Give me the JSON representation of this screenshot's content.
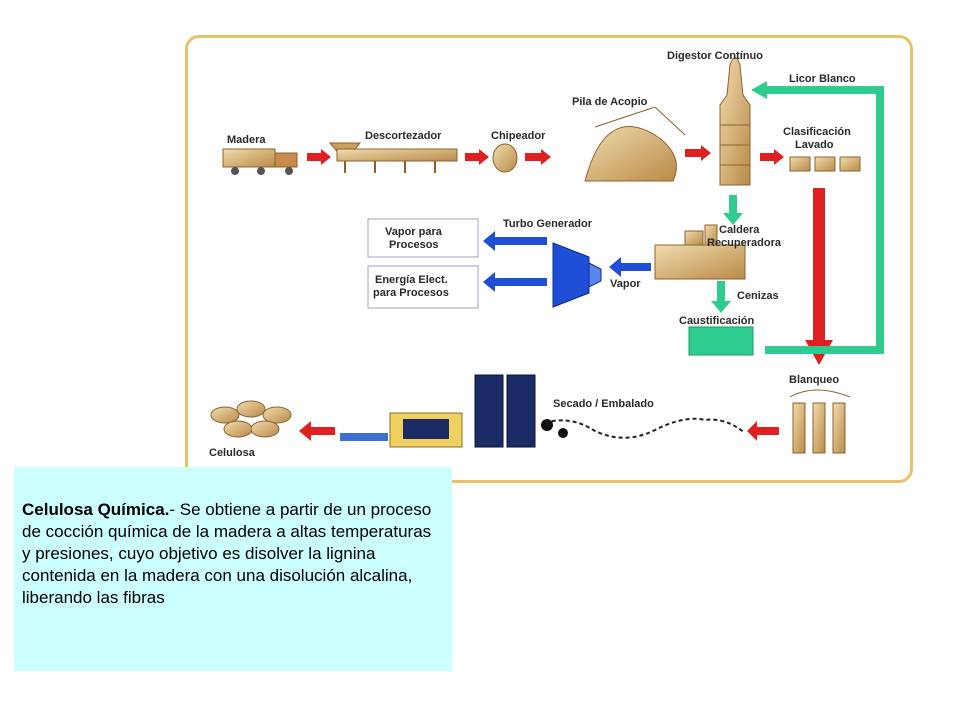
{
  "diagram": {
    "labels": {
      "madera": "Madera",
      "descortezador": "Descortezador",
      "chipeador": "Chipeador",
      "pila": "Pila de Acopio",
      "digestor": "Digestor Contínuo",
      "licor": "Licor Blanco",
      "clasificacion_1": "Clasificación",
      "clasificacion_2": "Lavado",
      "caldera_1": "Caldera",
      "caldera_2": "Recuperadora",
      "turbo": "Turbo Generador",
      "vapor": "Vapor",
      "vapor_proc_1": "Vapor para",
      "vapor_proc_2": "Procesos",
      "energia_1": "Energía Elect.",
      "energia_2": "para Procesos",
      "cenizas": "Cenizas",
      "caustificacion": "Caustificación",
      "blanqueo": "Blanqueo",
      "secado": "Secado / Embalado",
      "celulosa": "Celulosa"
    }
  },
  "caption": {
    "title": "Celulosa Química.",
    "body": "- Se obtiene a partir de un proceso de cocción química de la madera a altas temperaturas y presiones, cuyo objetivo es disolver la lignina contenida en la madera con una disolución alcalina, liberando las fibras"
  },
  "colors": {
    "frame": "#e6c36a",
    "arrow_red": "#e02020",
    "arrow_blue": "#1f4fd6",
    "arrow_green": "#2ecc8f",
    "wood": "#c9a060",
    "caption_bg": "#ccffff"
  }
}
